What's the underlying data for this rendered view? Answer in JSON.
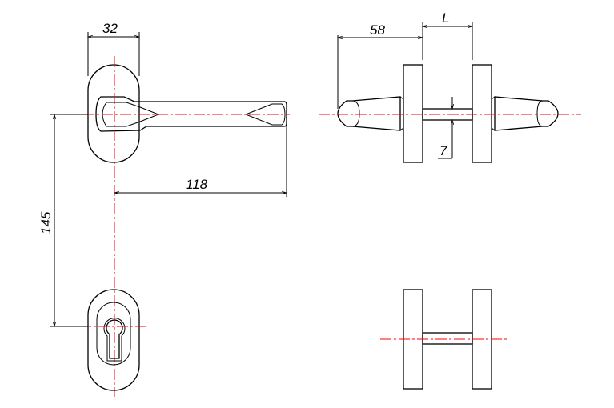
{
  "drawing": {
    "front_view": {
      "dimensions": {
        "rosette_width": "32",
        "handle_length": "118",
        "center_distance": "145"
      }
    },
    "side_view": {
      "dimensions": {
        "knob_projection": "58",
        "door_thickness": "L",
        "spindle": "7"
      }
    },
    "colors": {
      "outline": "#000000",
      "centerline": "#ff0000"
    }
  }
}
